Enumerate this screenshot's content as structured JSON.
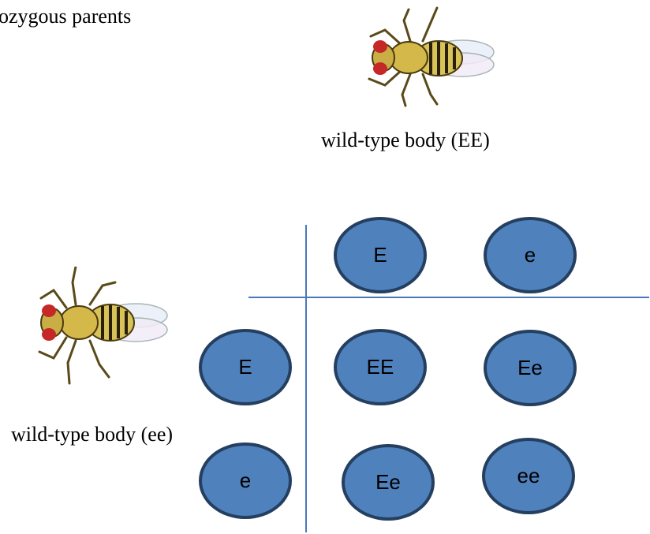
{
  "header": {
    "text": "ozygous parents"
  },
  "top_parent": {
    "caption": "wild-type body (EE)"
  },
  "left_parent": {
    "caption": "wild-type body (ee)"
  },
  "punnett": {
    "column_alleles": [
      "E",
      "e"
    ],
    "row_alleles": [
      "E",
      "e"
    ],
    "cells": [
      [
        "EE",
        "Ee"
      ],
      [
        "Ee",
        "ee"
      ]
    ]
  },
  "icons": {
    "top_fly": "fruit-fly-icon",
    "left_fly": "fruit-fly-icon"
  },
  "colors": {
    "circle_fill": "#4f81bd",
    "circle_border": "#243f60",
    "line": "#4a78bd",
    "fly_eye": "#c62828",
    "fly_body": "#d4b94a"
  }
}
